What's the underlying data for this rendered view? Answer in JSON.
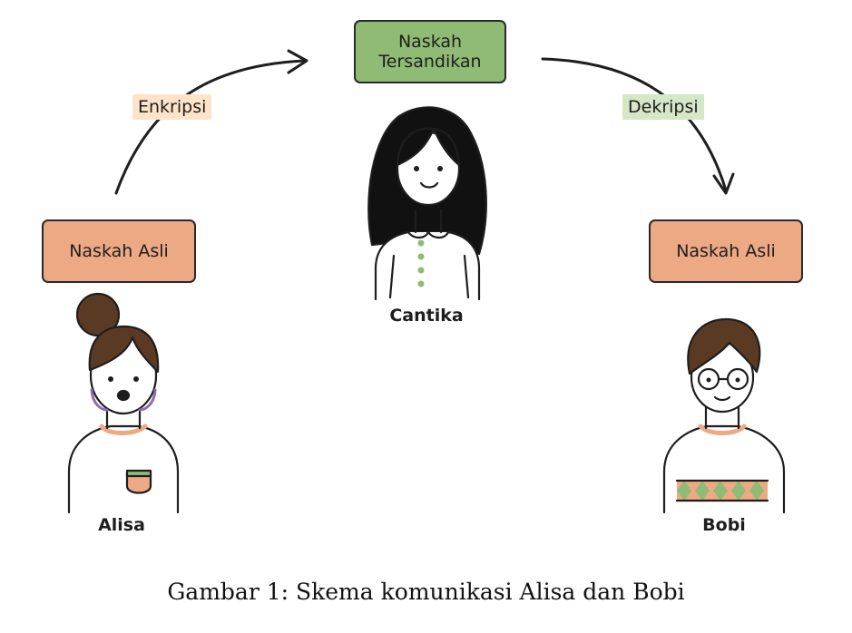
{
  "colors": {
    "plain_box": "#eda984",
    "cipher_box": "#8fbb75",
    "enc_tag": "#fde3c8",
    "dec_tag": "#d5e7c7",
    "hair": "#5b3a24",
    "outline": "#1e1e1e",
    "button_green": "#8fbb75",
    "accent_orange": "#eda984"
  },
  "nodes": {
    "source_box": "Naskah Asli",
    "cipher_line1": "Naskah",
    "cipher_line2": "Tersandikan",
    "target_box": "Naskah Asli"
  },
  "edges": {
    "encrypt_label": "Enkripsi",
    "decrypt_label": "Dekripsi"
  },
  "people": {
    "sender": "Alisa",
    "interceptor": "Cantika",
    "receiver": "Bobi"
  },
  "caption": "Gambar 1: Skema komunikasi Alisa dan Bobi"
}
